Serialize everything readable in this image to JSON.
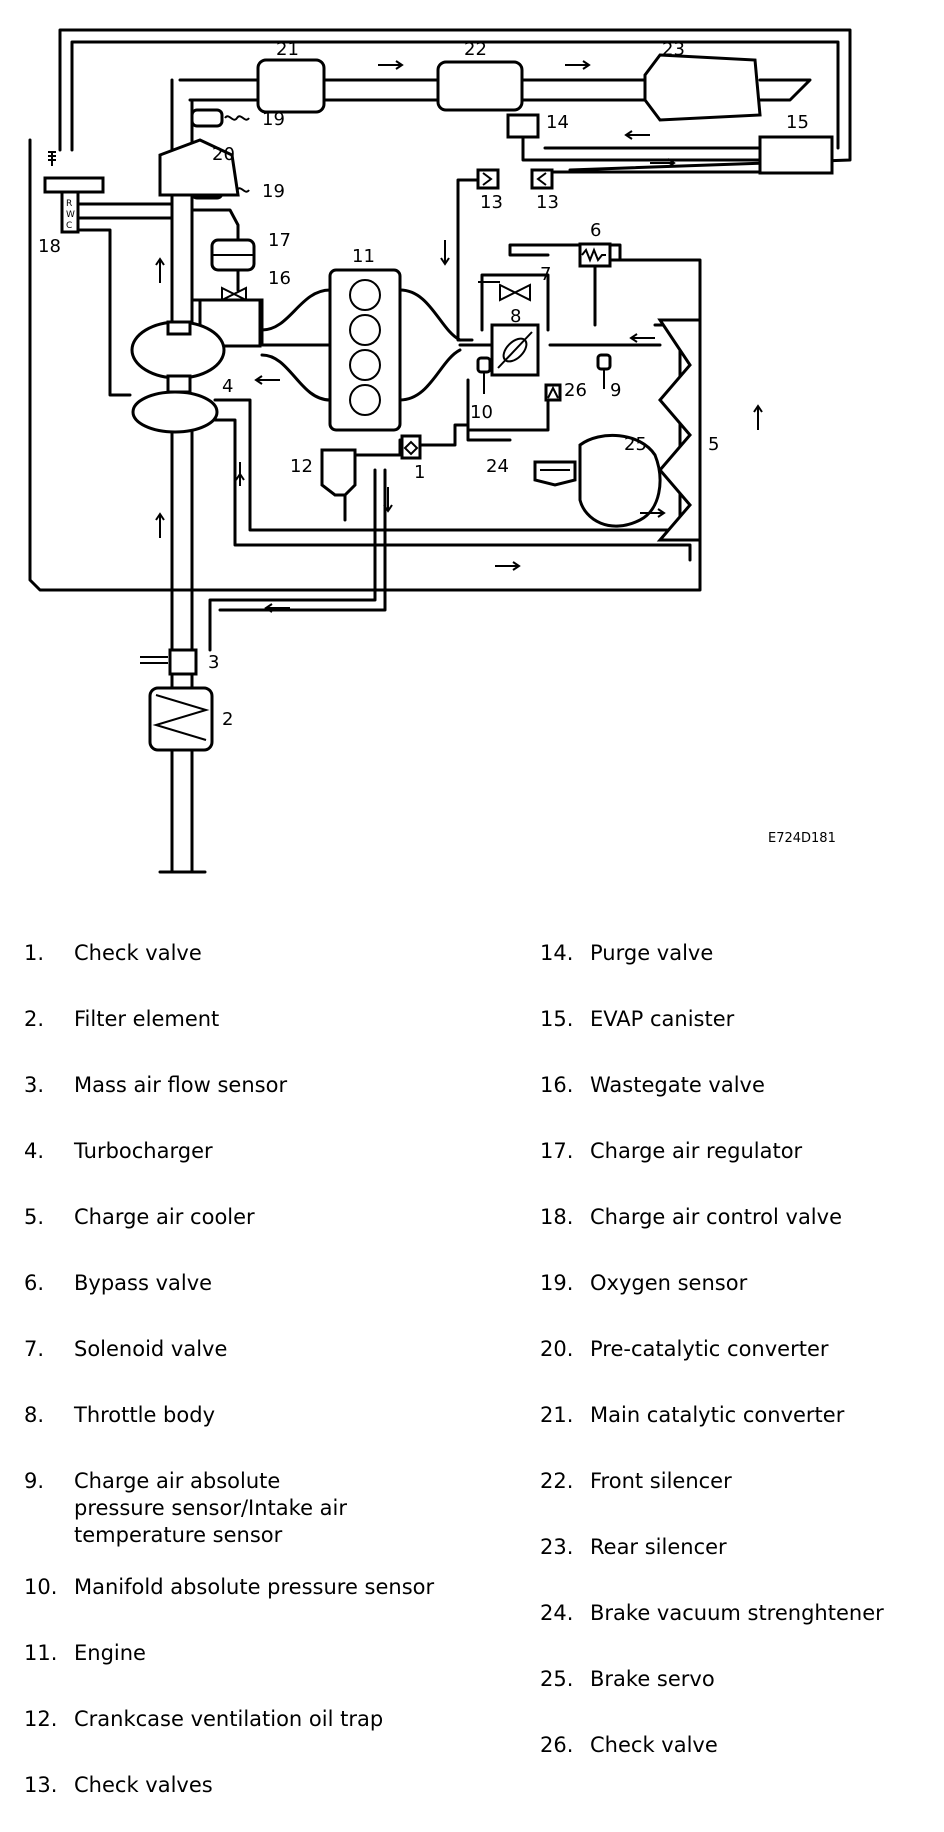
{
  "figure_ref": "E724D181",
  "callouts": [
    "1",
    "2",
    "3",
    "4",
    "5",
    "6",
    "7",
    "8",
    "9",
    "10",
    "11",
    "12",
    "13",
    "13",
    "14",
    "15",
    "16",
    "17",
    "18",
    "19",
    "19",
    "20",
    "21",
    "22",
    "23",
    "24",
    "25",
    "26"
  ],
  "control_valve_ports": [
    "R",
    "W",
    "C"
  ],
  "legend": [
    {
      "num": "1.",
      "text": "Check valve"
    },
    {
      "num": "2.",
      "text": "Filter element"
    },
    {
      "num": "3.",
      "text": "Mass air flow sensor"
    },
    {
      "num": "4.",
      "text": "Turbocharger"
    },
    {
      "num": "5.",
      "text": "Charge air cooler"
    },
    {
      "num": "6.",
      "text": "Bypass valve"
    },
    {
      "num": "7.",
      "text": "Solenoid valve"
    },
    {
      "num": "8.",
      "text": "Throttle body"
    },
    {
      "num": "9.",
      "text": "Charge air absolute",
      "extra": [
        "pressure sensor/Intake air",
        "temperature sensor"
      ]
    },
    {
      "num": "10.",
      "text": "Manifold absolute pressure sensor"
    },
    {
      "num": "11.",
      "text": "Engine"
    },
    {
      "num": "12.",
      "text": "Crankcase ventilation oil trap"
    },
    {
      "num": "13.",
      "text": "Check valves"
    },
    {
      "num": "14.",
      "text": "Purge valve"
    },
    {
      "num": "15.",
      "text": "EVAP canister"
    },
    {
      "num": "16.",
      "text": "Wastegate valve"
    },
    {
      "num": "17.",
      "text": "Charge air regulator"
    },
    {
      "num": "18.",
      "text": "Charge air control valve"
    },
    {
      "num": "19.",
      "text": "Oxygen sensor"
    },
    {
      "num": "20.",
      "text": "Pre-catalytic converter"
    },
    {
      "num": "21.",
      "text": "Main catalytic converter"
    },
    {
      "num": "22.",
      "text": "Front silencer"
    },
    {
      "num": "23.",
      "text": "Rear silencer"
    },
    {
      "num": "24.",
      "text": "Brake vacuum strenghtener"
    },
    {
      "num": "25.",
      "text": "Brake servo"
    },
    {
      "num": "26.",
      "text": "Check valve"
    }
  ]
}
